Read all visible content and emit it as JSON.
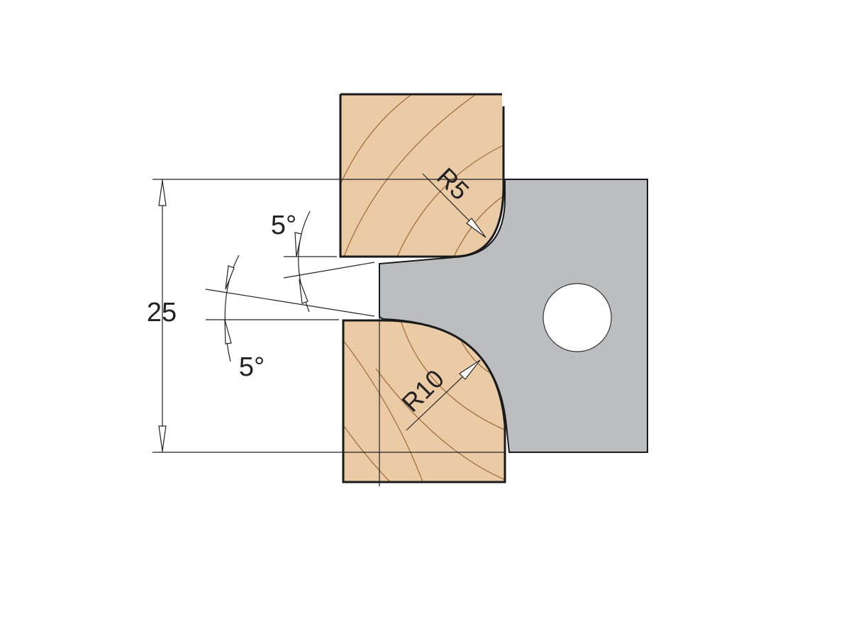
{
  "diagram": {
    "height_dimension": "25",
    "top_radius": "R5",
    "bottom_radius": "R10",
    "top_angle": "5°",
    "bottom_angle": "5°"
  },
  "colors": {
    "wood": "#ebcba6",
    "grain": "#9a6a3a",
    "cutter": "#bcbdc1",
    "outline": "#1a1a1a"
  }
}
